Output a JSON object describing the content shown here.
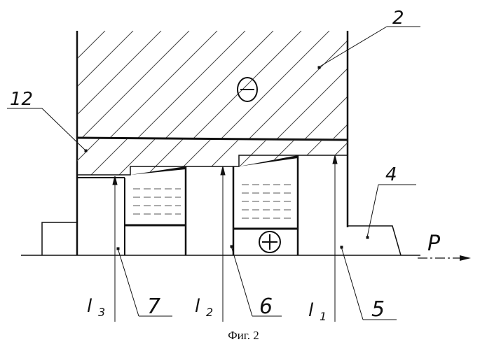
{
  "labels": {
    "part_2": "2",
    "part_12": "12",
    "part_4": "4",
    "part_7": "7",
    "part_6": "6",
    "part_5": "5",
    "force": "P",
    "l1": "l",
    "l1_sub": "1",
    "l2": "l",
    "l2_sub": "2",
    "l3": "l",
    "l3_sub": "3",
    "minus_sign": "minus-in-circle",
    "plus_sign": "plus-in-circle"
  },
  "caption": "Фиг. 2"
}
